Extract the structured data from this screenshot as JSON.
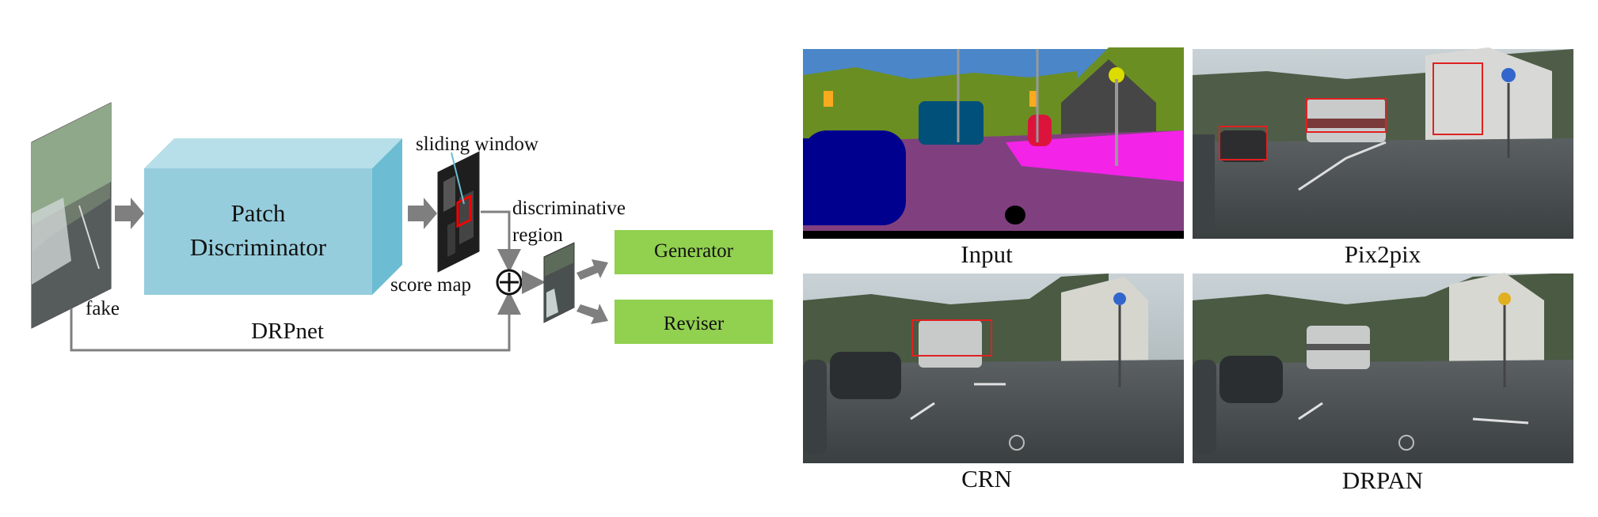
{
  "diagram": {
    "box_label_line1": "Patch",
    "box_label_line2": "Discriminator",
    "sliding_window_label": "sliding window",
    "score_map_label": "score map",
    "fake_label": "fake",
    "network_label": "DRPnet",
    "disc_region_line1": "discriminative",
    "disc_region_line2": "region",
    "sum_symbol": "⊕",
    "generator_label": "Generator",
    "reviser_label": "Reviser",
    "colors": {
      "box_front": "#96cddc",
      "box_top": "#b6dfe9",
      "box_side": "#6cbdd3",
      "green_block": "#92d050",
      "arrow_gray": "#7f7f7f",
      "highlight_red": "#ff0000"
    }
  },
  "comparison": {
    "panels": [
      {
        "caption": "Input"
      },
      {
        "caption": "Pix2pix"
      },
      {
        "caption": "CRN"
      },
      {
        "caption": "DRPAN"
      }
    ],
    "colors": {
      "sky": "#4a86c8",
      "vegetation": "#6b8e23",
      "road": "#80407f",
      "sidewalk": "#f423e8",
      "car": "#00008e",
      "bus": "#00507a",
      "building": "#464646",
      "sign": "#dcdc00",
      "light": "#faaa1e",
      "person": "#dc143c",
      "box_red": "#e02020"
    }
  }
}
